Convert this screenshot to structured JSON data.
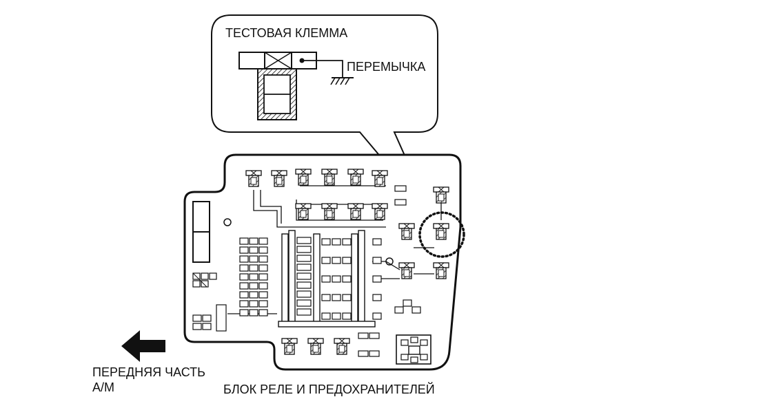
{
  "labels": {
    "test_terminal": "ТЕСТОВАЯ КЛЕММА",
    "jumper": "ПЕРЕМЫЧКА",
    "vehicle_front_line1": "ПЕРЕДНЯЯ ЧАСТЬ",
    "vehicle_front_line2": "А/М",
    "relay_fuse_block": "БЛОК РЕЛЕ И ПРЕДОХРАНИТЕЛЕЙ"
  },
  "colors": {
    "line": "#111111",
    "background": "#ffffff"
  },
  "icons": {
    "front_direction": "arrow-left-icon",
    "ground": "ground-symbol-icon"
  }
}
